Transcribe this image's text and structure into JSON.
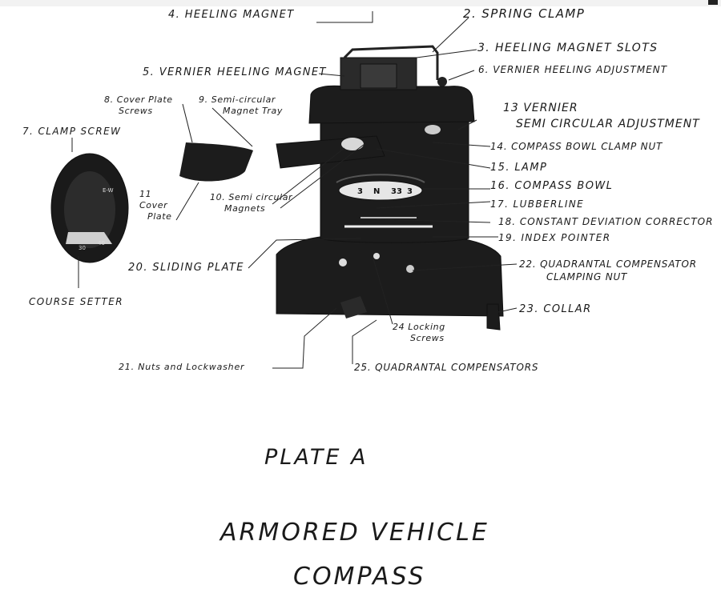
{
  "labels": {
    "l1": "4. Heeling Magnet",
    "l2": "2. Spring Clamp",
    "l3": "3. Heeling Magnet Slots",
    "l4": "5. Vernier Heeling Magnet",
    "l5": "6. Vernier Heeling Adjustment",
    "l6a": "8. Cover Plate",
    "l6b": "Screws",
    "l7a": "9. Semi-circular",
    "l7b": "Magnet Tray",
    "l8a": "13 Vernier",
    "l8b": "Semi circular Adjustment",
    "l9": "7. Clamp Screw",
    "l10": "14. Compass Bowl Clamp Nut",
    "l11": "15. Lamp",
    "l12": "16. Compass Bowl",
    "l13a": "11",
    "l13b": "Cover",
    "l13c": "Plate",
    "l14a": "10. Semi circular",
    "l14b": "Magnets",
    "l15": "17. Lubberline",
    "l16": "18. Constant Deviation Corrector",
    "l17": "19. Index Pointer",
    "l18": "20. Sliding Plate",
    "l19a": "22. Quadrantal Compensator",
    "l19b": "Clamping Nut",
    "l20": "Course Setter",
    "l21": "23. Collar",
    "l22a": "24 Locking",
    "l22b": "Screws",
    "l23": "21. Nuts and Lockwasher",
    "l24": "25. Quadrantal Compensators"
  },
  "dial": {
    "n1": "33",
    "n2": "3",
    "n3": "N",
    "n4": "3"
  },
  "course_dial": {
    "t1": "E-W",
    "t2": "30",
    "t3": "40"
  },
  "title": {
    "line1": "PLATE   A",
    "line2": "ARMORED   VEHICLE",
    "line3": "COMPASS"
  }
}
